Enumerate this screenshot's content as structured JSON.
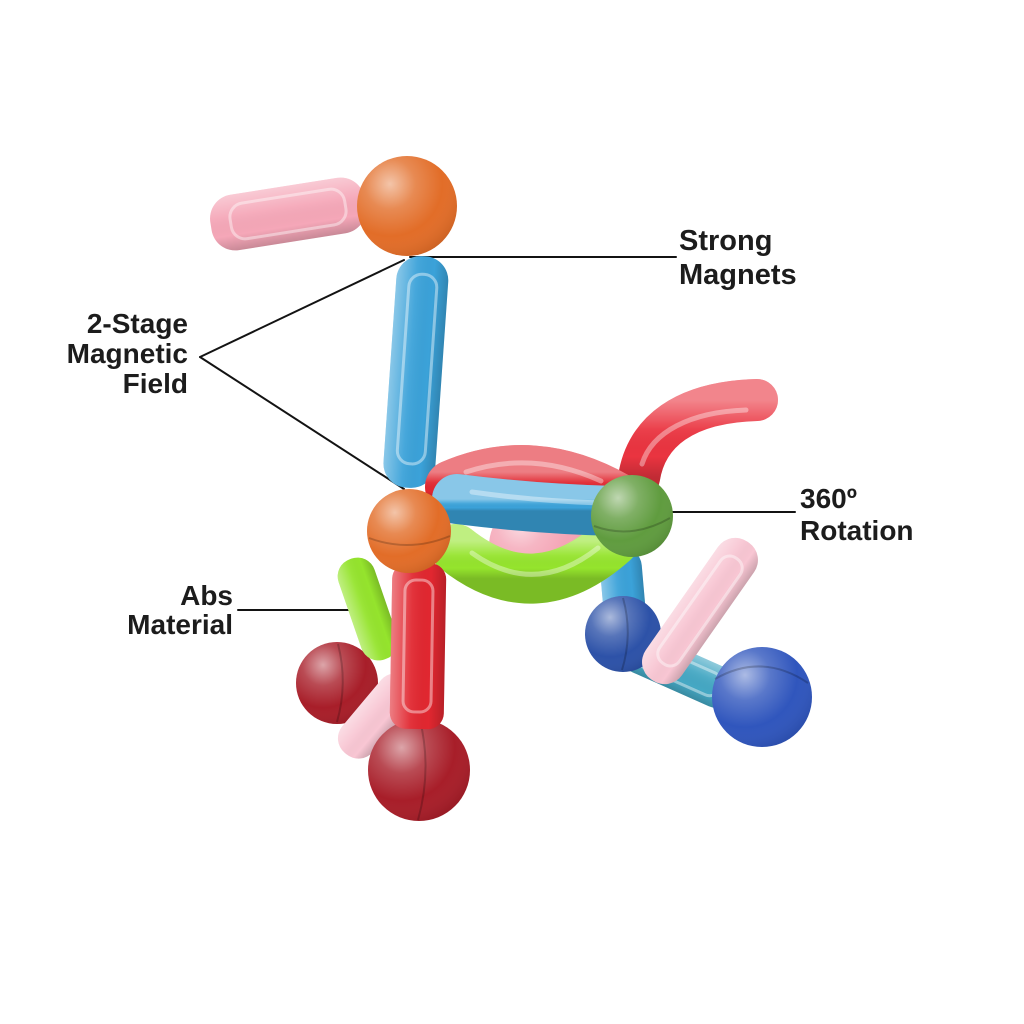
{
  "subject": "Magnetic stick-and-ball construction toy assembled into a dog shape",
  "annotations": {
    "strong_magnets": {
      "line1": "Strong",
      "line2": "Magnets"
    },
    "magnetic_field": {
      "line1": "2-Stage",
      "line2": "Magnetic",
      "line3": "Field"
    },
    "rotation": {
      "line1": "360º",
      "line2": "Rotation"
    },
    "abs_material": {
      "line1": "Abs",
      "line2": "Material"
    }
  },
  "colors": {
    "background": "#ffffff",
    "callout_line": "#131313",
    "label_text": "#1c1c1c",
    "orange": "#e26d28",
    "ear_pink": "#f5a7b8",
    "light_pink": "#f8c6d3",
    "blue": "#3ba2d9",
    "teal": "#45a8c4",
    "red": "#e12730",
    "tail_red": "#ea3440",
    "dark_red": "#a81e29",
    "lime": "#95e42d",
    "green": "#609c3f",
    "rose": "#f4a4b5",
    "navy_blue": "#2d52a8",
    "royal_blue": "#3056bd"
  }
}
